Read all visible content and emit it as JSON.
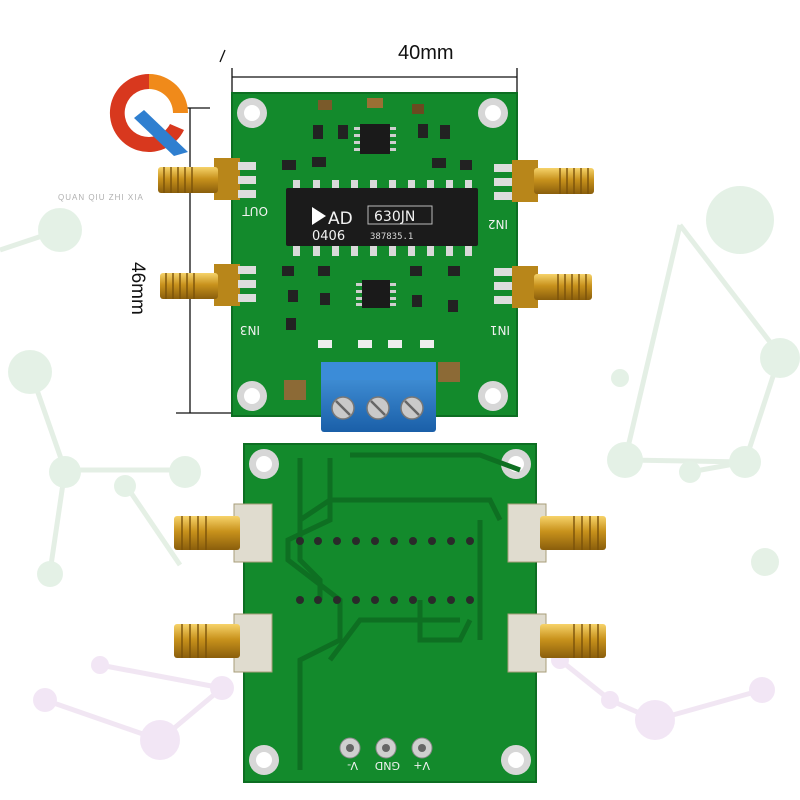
{
  "dimensions": {
    "width": "40mm",
    "height": "46mm"
  },
  "brand": {
    "watermark": "QUAN QIU ZHI XIA"
  },
  "chip": {
    "logo_text": "AD",
    "part_number": "630JN",
    "date_code": "0406",
    "lot_code": "387835.1"
  },
  "front_labels": {
    "out": "OUT",
    "in2": "IN2",
    "in3": "IN3",
    "in1": "IN1"
  },
  "back_labels": {
    "v_minus": "V-",
    "gnd": "GND",
    "v_plus": "V+"
  },
  "colors": {
    "pcb_green": "#138a2c",
    "pcb_dark": "#0d6e22",
    "terminal_blue": "#1f78c8",
    "sma_gold": "#d4a32a",
    "logo_red": "#d8381e",
    "logo_blue": "#2f7fd0"
  }
}
